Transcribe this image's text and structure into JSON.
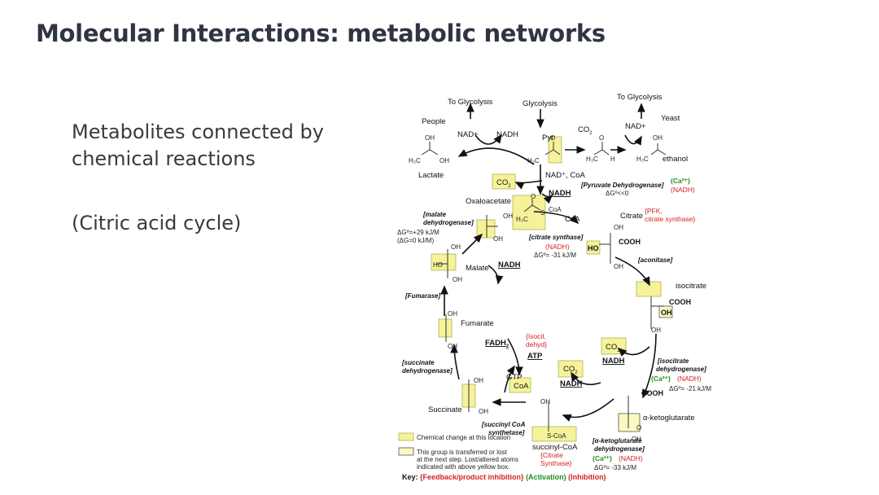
{
  "slide": {
    "title": "Molecular Interactions: metabolic networks",
    "bullet1": "Metabolites connected by chemical reactions",
    "bullet2": "(Citric acid cycle)"
  },
  "diagram": {
    "labels": {
      "to_glycolysis_left": "To Glycolysis",
      "glycolysis": "Glycolysis",
      "to_glycolysis_right": "To Glycolysis",
      "people": "People",
      "yeast": "Yeast",
      "nad_left": "NAD+",
      "nadh_left": "NADH",
      "pyr": "Pyr",
      "co2_top": "CO",
      "nad_right": "NAD+",
      "ethanol": "ethanol",
      "lactate": "Lactate",
      "co2_box": "CO",
      "nad_coa": "NAD⁺, CoA",
      "nadh_pdh": "NADH",
      "pdh": "[Pyruvate Dehydrogenase]",
      "pdh_dg": "ΔGº<<0",
      "pdh_ca": "(Ca²⁺)",
      "pdh_nadh": "(NADH)",
      "oxaloacetate": "Oxaloacetate",
      "mdh_1": "[malate",
      "mdh_2": "dehydrogenase]",
      "mdh_dg1": "ΔGº=+29 kJ/M",
      "mdh_dg2": "(ΔG=0 kJ/M)",
      "coa_top": "CoA",
      "s_coa": "S",
      "coa_acetyl": "CoA",
      "citrate": "Citrate",
      "citrate_reg1": "{PFK,",
      "citrate_reg2": "citrate synthase}",
      "cs": "[citrate synthase]",
      "cs_nadh": "(NADH)",
      "cs_dg": "ΔGº= -31 kJ/M",
      "cooh_citrate": "COOH",
      "ho_citrate": "HO",
      "malate": "Malate",
      "nadh_malate": "NADH",
      "aconitase": "[aconitase]",
      "isocitrate": "isocitrate",
      "cooh_iso": "COOH",
      "oh_iso": "OH",
      "fumarase": "[Fumarase]",
      "fumarate": "Fumarate",
      "fadh2": "FADH",
      "isocit_reg1": "{Isocit.",
      "isocit_reg2": "dehyd}",
      "atp": "ATP",
      "sdh_1": "[succinate",
      "sdh_2": "dehydrogenase]",
      "co2_iso": "CO",
      "nadh_iso": "NADH",
      "idh_1": "[isocitrate",
      "idh_2": "dehydrogenase]",
      "idh_ca": "(Ca²⁺)",
      "idh_nadh": "(NADH)",
      "idh_dg": "ΔGº= -21 kJ/M",
      "gtp": "GTP",
      "coa_box": "CoA",
      "co2_akg": "CO",
      "nadh_akg": "NADH",
      "cooh_akg": "COOH",
      "akg": "α-ketoglutarate",
      "succinate": "Succinate",
      "scs_1": "[succinyl CoA",
      "scs_2": "synthetase]",
      "scoa": "S-CoA",
      "succinyl_coa": "succinyl-CoA",
      "scoa_reg1": "{Citrate",
      "scoa_reg2": "Synthase}",
      "akgdh_1": "[α-ketoglutarate",
      "akgdh_2": "dehydrogenase]",
      "akgdh_ca": "(Ca²⁺)",
      "akgdh_nadh": "(NADH)",
      "akgdh_dg": "ΔGº= -33 kJ/M",
      "legend_1": "Chemical change at this location",
      "legend_2a": "This group is transferred or lost",
      "legend_2b": "at the next step. Lost/altered atoms",
      "legend_2c": "indicated with above yellow box.",
      "key": "Key:",
      "key_fb": "{Feedback/product inhibition}",
      "key_act": "(Activation)",
      "key_inh": "(Inhibition)",
      "oh": "OH",
      "o": "O",
      "c": "C",
      "h3c": "H₃C",
      "h": "H",
      "two": "2"
    },
    "colors": {
      "highlight": "#f6f29a",
      "inhibition": "#d61f1f",
      "activation": "#1f8f1f"
    }
  }
}
